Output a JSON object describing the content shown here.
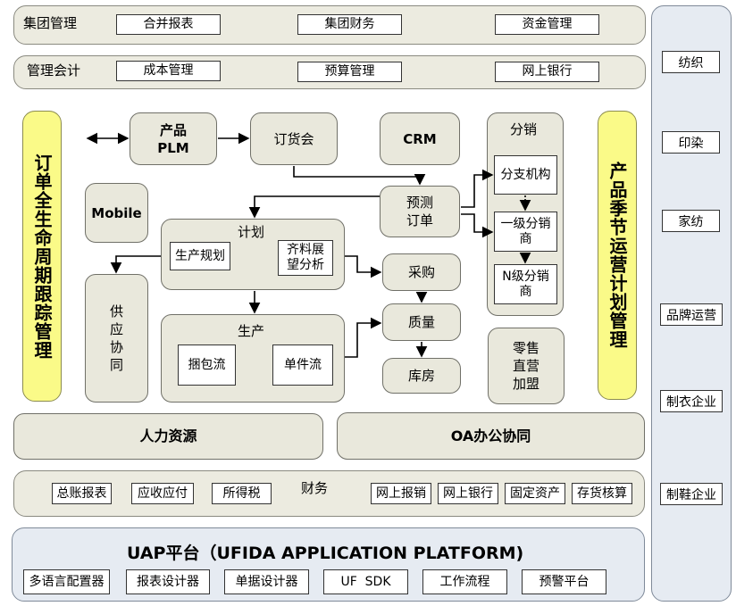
{
  "rows": {
    "group_mgmt": {
      "label": "集团管理",
      "items": [
        "合并报表",
        "集团财务",
        "资金管理"
      ]
    },
    "mgmt_accounting": {
      "label": "管理会计",
      "items": [
        "成本管理",
        "预算管理",
        "网上银行"
      ]
    }
  },
  "left_vertical": "订单全生命周期跟踪管理",
  "right_vertical": "产品季节运营计划管理",
  "nodes": {
    "plm": "产品\nPLM",
    "order_fair": "订货会",
    "crm": "CRM",
    "mobile": "Mobile",
    "forecast": "预测\n订单",
    "plan": "计划",
    "plan_items": [
      "生产规划",
      "齐料展\n望分析"
    ],
    "supply": "供\n应\n协\n同",
    "purchase": "采购",
    "quality": "质量",
    "warehouse": "库房",
    "production": "生产",
    "production_items": [
      "捆包流",
      "单件流"
    ],
    "distribution": "分销",
    "distribution_items": [
      "分支机构",
      "一级分销\n商",
      "N级分销\n商"
    ],
    "retail": "零售\n直营\n加盟"
  },
  "hr": "人力资源",
  "oa": "OA办公协同",
  "finance": {
    "title": "财务",
    "left_items": [
      "总账报表",
      "应收应付",
      "所得税"
    ],
    "right_items": [
      "网上报销",
      "网上银行",
      "固定资产",
      "存货核算"
    ]
  },
  "uap": {
    "title": "UAP平台（UFIDA APPLICATION PLATFORM)",
    "items": [
      "多语言配置器",
      "报表设计器",
      "单据设计器",
      "UF  SDK",
      "工作流程",
      "预警平台"
    ]
  },
  "industries": [
    "纺织",
    "印染",
    "家纺",
    "品牌运营",
    "制衣企业",
    "制鞋企业"
  ]
}
